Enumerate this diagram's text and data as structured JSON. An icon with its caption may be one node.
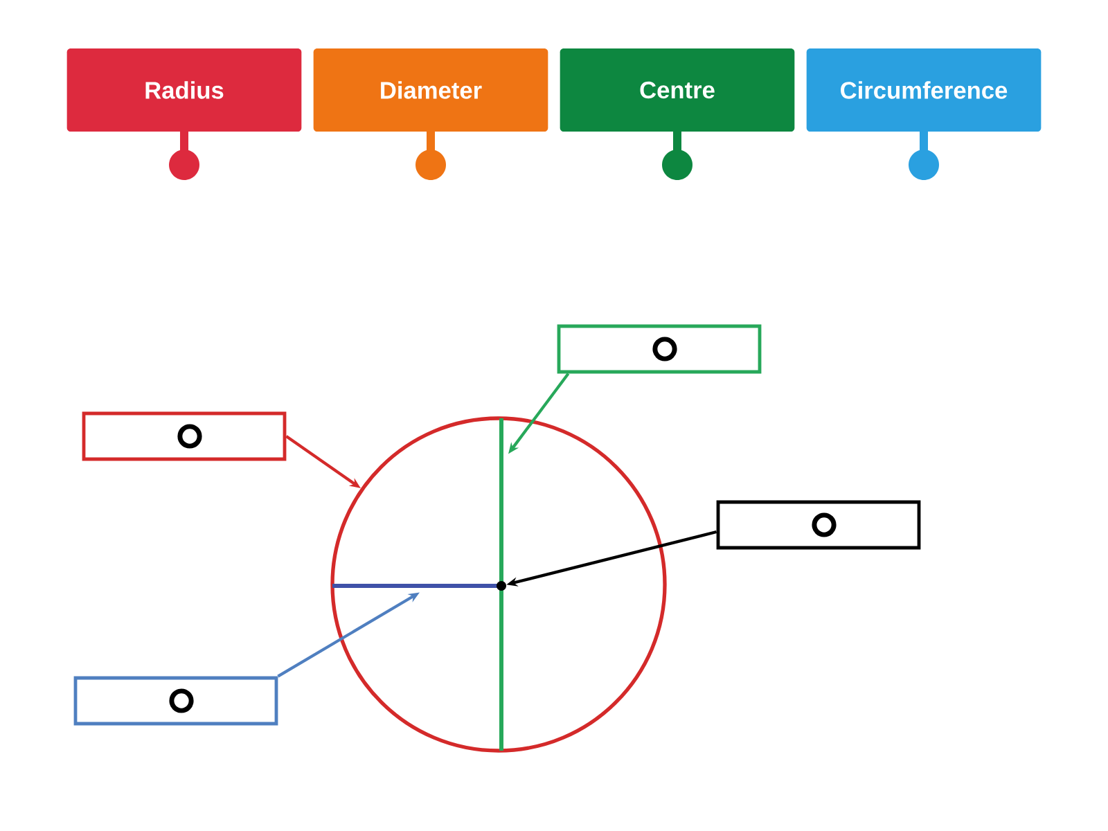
{
  "diagram": {
    "nodes": [
      {
        "text": [
          "Radius"
        ]
      },
      {
        "text": [
          "Diameter"
        ]
      },
      {
        "text": [
          "Centre"
        ]
      },
      {
        "text": [
          "Circumference"
        ]
      },
      {
        "text": [],
        "shape": "box"
      },
      {
        "text": [],
        "shape": "box"
      },
      {
        "text": [],
        "shape": "box"
      },
      {
        "text": [],
        "shape": "box"
      },
      {
        "text": [],
        "shape": "circle"
      },
      {
        "text": [],
        "shape": "line",
        "in": 8
      },
      {
        "text": [],
        "shape": "line",
        "in": 8
      },
      {
        "text": [],
        "shape": "dot",
        "in": 8
      }
    ],
    "edges": [
      {
        "from": 4,
        "to": 8,
        "arrow": "to",
        "color": "#d42a2a"
      },
      {
        "from": 5,
        "to": 9,
        "arrow": "to",
        "color": "#27a85a"
      },
      {
        "from": 6,
        "to": 11,
        "arrow": "to",
        "color": "#000000"
      },
      {
        "from": 7,
        "to": 10,
        "arrow": "to",
        "color": "#4f7fc0"
      }
    ]
  }
}
